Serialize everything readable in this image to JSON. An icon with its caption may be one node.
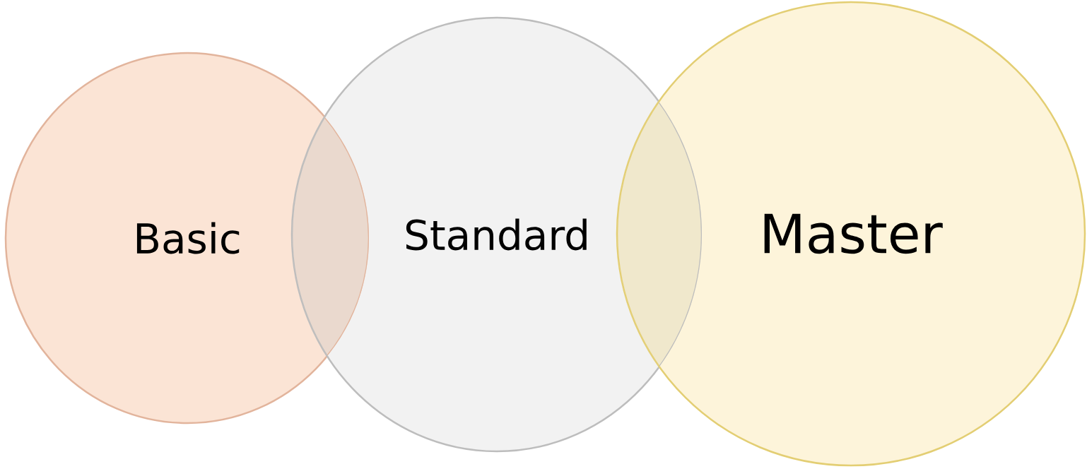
{
  "diagram": {
    "nodes": [
      {
        "text": [
          "Basic"
        ]
      },
      {
        "text": [
          "Standard"
        ]
      },
      {
        "text": [
          "Master"
        ]
      }
    ]
  }
}
